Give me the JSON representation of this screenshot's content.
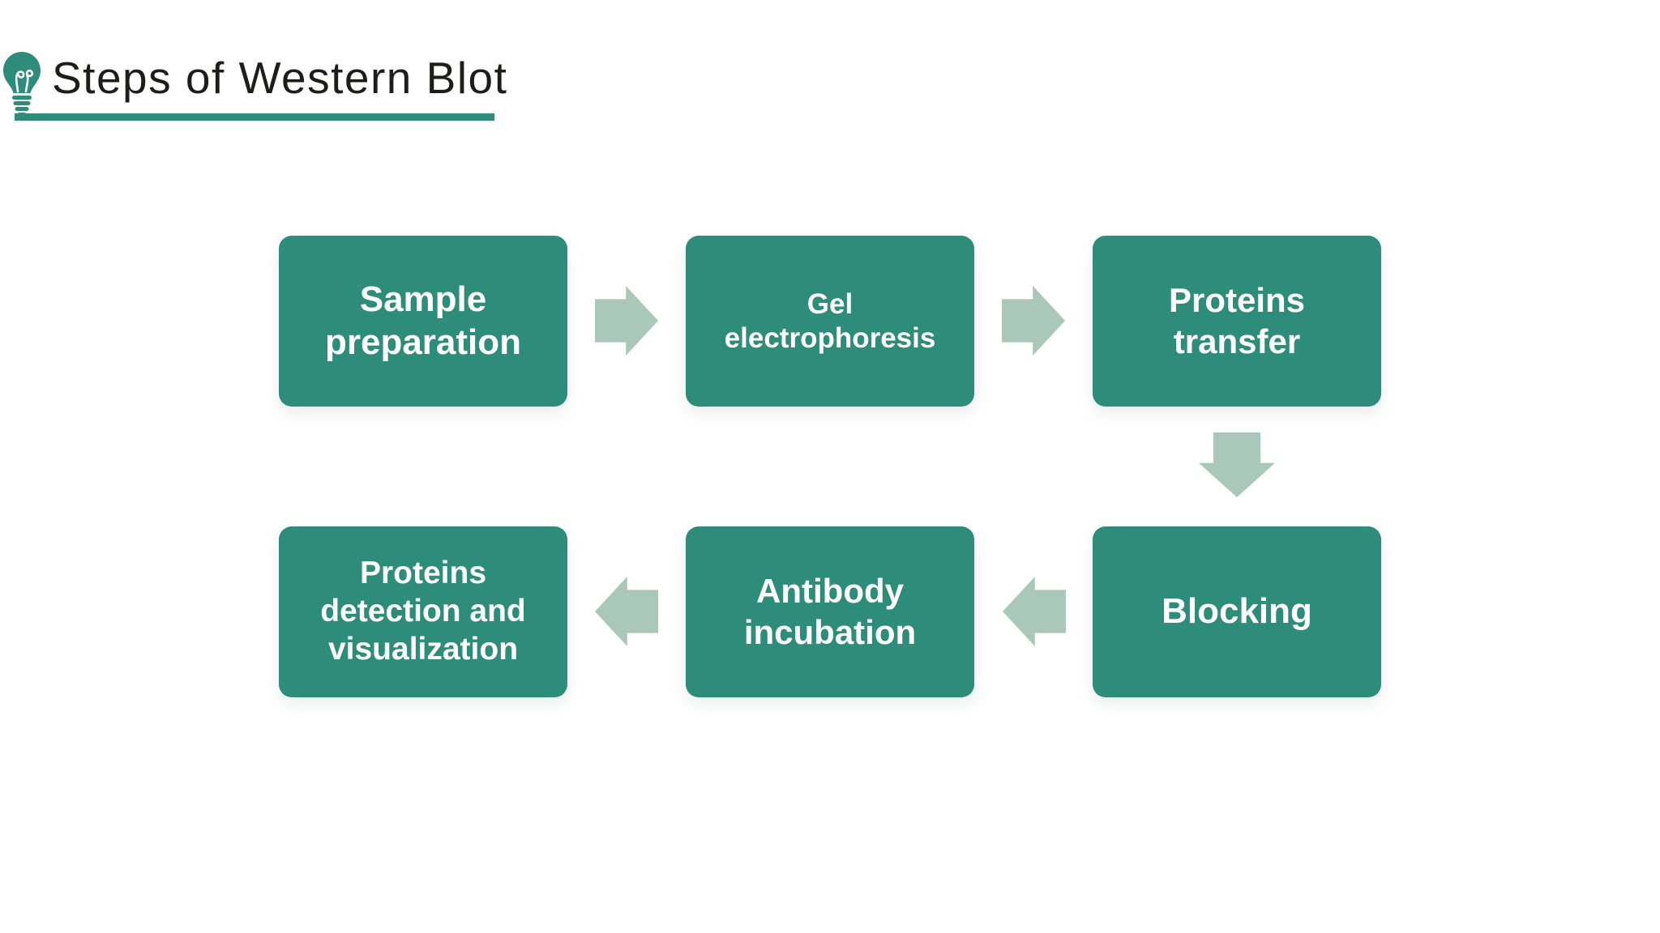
{
  "header": {
    "title": "Steps of Western Blot",
    "icon": "lightbulb-icon"
  },
  "flow": {
    "steps": [
      {
        "id": 1,
        "label": "Sample preparation",
        "lines": [
          "Sample",
          "preparation"
        ]
      },
      {
        "id": 2,
        "label": "Gel electrophoresis",
        "lines": [
          "Gel",
          "electrophoresis"
        ]
      },
      {
        "id": 3,
        "label": "Proteins transfer",
        "lines": [
          "Proteins",
          "transfer"
        ]
      },
      {
        "id": 4,
        "label": "Blocking",
        "lines": [
          "Blocking"
        ]
      },
      {
        "id": 5,
        "label": "Antibody incubation",
        "lines": [
          "Antibody",
          "incubation"
        ]
      },
      {
        "id": 6,
        "label": "Proteins detection and visualization",
        "lines": [
          "Proteins",
          "detection and",
          "visualization"
        ]
      }
    ],
    "arrows": [
      {
        "direction": "right",
        "from": "Sample preparation",
        "to": "Gel electrophoresis"
      },
      {
        "direction": "right",
        "from": "Gel electrophoresis",
        "to": "Proteins transfer"
      },
      {
        "direction": "down",
        "from": "Proteins transfer",
        "to": "Blocking"
      },
      {
        "direction": "left",
        "from": "Blocking",
        "to": "Antibody incubation"
      },
      {
        "direction": "left",
        "from": "Antibody incubation",
        "to": "Proteins detection and visualization"
      }
    ]
  },
  "colors": {
    "box_teal": "#2e8c7a",
    "arrow_sage": "#a9c8bb",
    "title_text": "#1d1d1b",
    "box_text": "#ffffff",
    "background": "#ffffff"
  }
}
